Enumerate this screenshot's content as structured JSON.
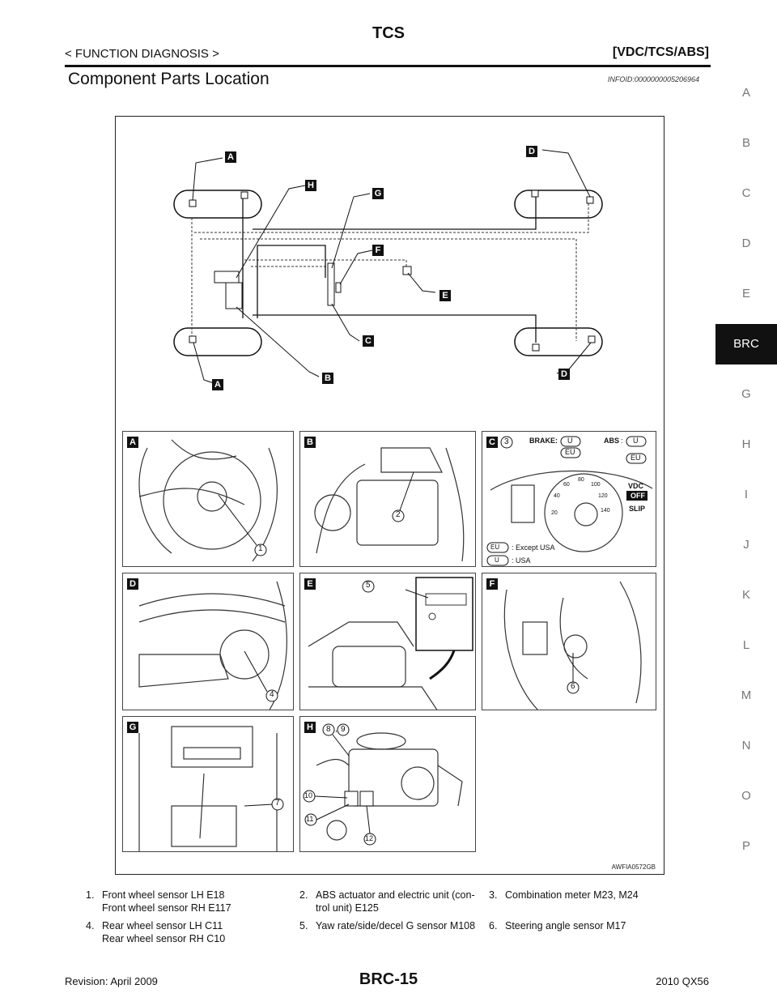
{
  "header": {
    "section": "TCS",
    "breadcrumb": "< FUNCTION DIAGNOSIS >",
    "system": "[VDC/TCS/ABS]",
    "title": "Component Parts Location",
    "info_id": "INFOID:0000000005206964"
  },
  "sidebar": {
    "items": [
      "A",
      "B",
      "C",
      "D",
      "E",
      "BRC",
      "G",
      "H",
      "I",
      "J",
      "K",
      "L",
      "M",
      "N",
      "O",
      "P"
    ],
    "active": "BRC"
  },
  "figure": {
    "code": "AWFIA0572GB",
    "diagram_tags": [
      "A",
      "D",
      "H",
      "G",
      "F",
      "E",
      "C",
      "A",
      "B",
      "D"
    ],
    "panels": [
      {
        "tag": "A",
        "callouts": [
          "1"
        ]
      },
      {
        "tag": "B",
        "callouts": [
          "2"
        ]
      },
      {
        "tag": "C",
        "callouts": [
          "3"
        ]
      },
      {
        "tag": "D",
        "callouts": [
          "4"
        ]
      },
      {
        "tag": "E",
        "callouts": [
          "5"
        ]
      },
      {
        "tag": "F",
        "callouts": [
          "6"
        ]
      },
      {
        "tag": "G",
        "callouts": [
          "7"
        ]
      },
      {
        "tag": "H",
        "callouts": [
          "8",
          ",",
          "9",
          "10",
          "11",
          "12"
        ]
      }
    ],
    "meter": {
      "brake": "BRAKE:",
      "abs": "ABS",
      "colon": ":",
      "u": "U",
      "eu": "EU",
      "vdc": "VDC",
      "off": "OFF",
      "slip": "SLIP",
      "gauge_ticks": [
        "20",
        "40",
        "60",
        "80",
        "100",
        "120",
        "140"
      ],
      "legend_eu": ": Except USA",
      "legend_u": ": USA"
    }
  },
  "legend": [
    {
      "num": "1.",
      "lines": [
        "Front wheel sensor LH E18",
        "Front wheel sensor RH E117"
      ]
    },
    {
      "num": "2.",
      "lines": [
        "ABS actuator and electric unit (con-",
        "trol unit) E125"
      ]
    },
    {
      "num": "3.",
      "lines": [
        "Combination meter M23, M24"
      ]
    },
    {
      "num": "4.",
      "lines": [
        "Rear wheel sensor LH C11",
        "Rear wheel sensor RH C10"
      ]
    },
    {
      "num": "5.",
      "lines": [
        "Yaw rate/side/decel G sensor M108"
      ]
    },
    {
      "num": "6.",
      "lines": [
        "Steering angle sensor M17"
      ]
    }
  ],
  "footer": {
    "revision": "Revision: April 2009",
    "page": "BRC-15",
    "model": "2010 QX56"
  }
}
